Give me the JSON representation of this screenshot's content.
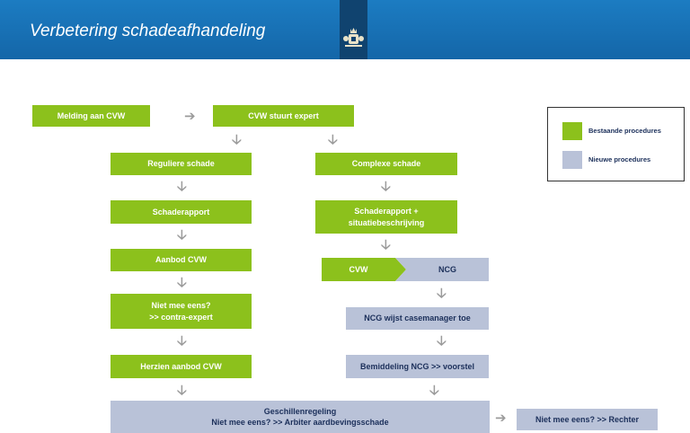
{
  "header": {
    "title": "Verbetering schadeafhandeling",
    "logo_icon": "crest-icon"
  },
  "colors": {
    "existing": "#8cc11c",
    "new": "#b9c2d8",
    "header": "#1466a8",
    "arrow": "#9b9b9b"
  },
  "flow": {
    "melding": "Melding aan CVW",
    "expert": "CVW stuurt expert",
    "reguliere": "Reguliere schade",
    "complexe": "Complexe schade",
    "schaderapport": "Schaderapport",
    "schaderapport_situatie": "Schaderapport +\nsituatiebeschrijving",
    "aanbod": "Aanbod CVW",
    "niet_eens": "Niet mee eens?\n>> contra-expert",
    "herzien": "Herzien aanbod CVW",
    "cvw": "CVW",
    "ncg": "NCG",
    "casemanager": "NCG wijst casemanager toe",
    "bemiddeling": "Bemiddeling NCG >> voorstel",
    "geschillen": "Geschillenregeling\nNiet mee eens? >> Arbiter aardbevingsschade",
    "rechter": "Niet mee eens? >> Rechter"
  },
  "legend": {
    "existing": "Bestaande procedures",
    "new": "Nieuwe procedures"
  }
}
